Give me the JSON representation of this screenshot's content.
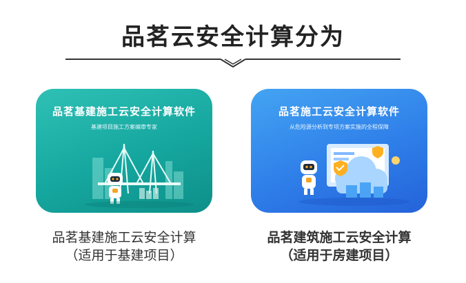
{
  "header": {
    "title": "品茗云安全计算分为"
  },
  "cards": [
    {
      "title": "品茗基建施工云安全计算软件",
      "subtitle": "基建项目施工方案编审专家",
      "caption_line1": "品茗基建施工云安全计算",
      "caption_line2": "（适用于基建项目）",
      "accent_color": "#18aba2"
    },
    {
      "title": "品茗施工云安全计算软件",
      "subtitle": "从危险源分析到专项方案实施的全程保障",
      "caption_line1": "品茗建筑施工云安全计算",
      "caption_line2": "（适用于房建项目）",
      "accent_color": "#2f7fe9"
    }
  ]
}
